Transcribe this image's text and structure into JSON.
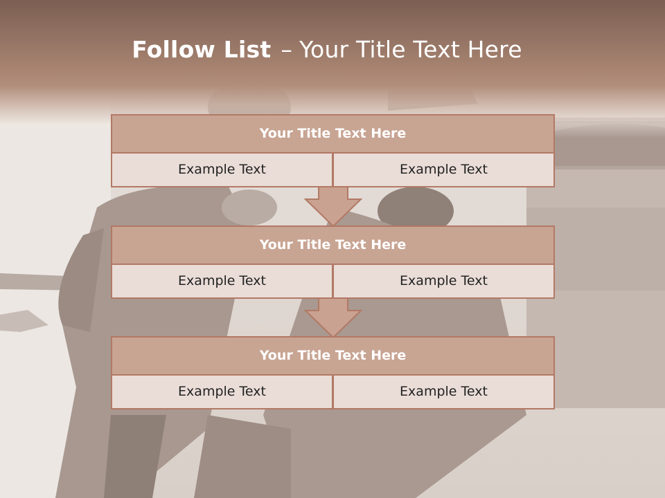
{
  "slide": {
    "title_bold": "Follow List",
    "title_dash": "–",
    "title_rest": "Your Title Text Here"
  },
  "steps": [
    {
      "title": "Your Title Text Here",
      "left": "Example Text",
      "right": "Example Text"
    },
    {
      "title": "Your Title Text Here",
      "left": "Example Text",
      "right": "Example Text"
    },
    {
      "title": "Your Title Text Here",
      "left": "Example Text",
      "right": "Example Text"
    }
  ],
  "colors": {
    "header_fill": "#c8a493",
    "cell_fill": "#eaddd8",
    "border": "#b27965",
    "arrow_fill": "#c9a291"
  },
  "icons": {
    "connector": "down-arrow-icon"
  }
}
